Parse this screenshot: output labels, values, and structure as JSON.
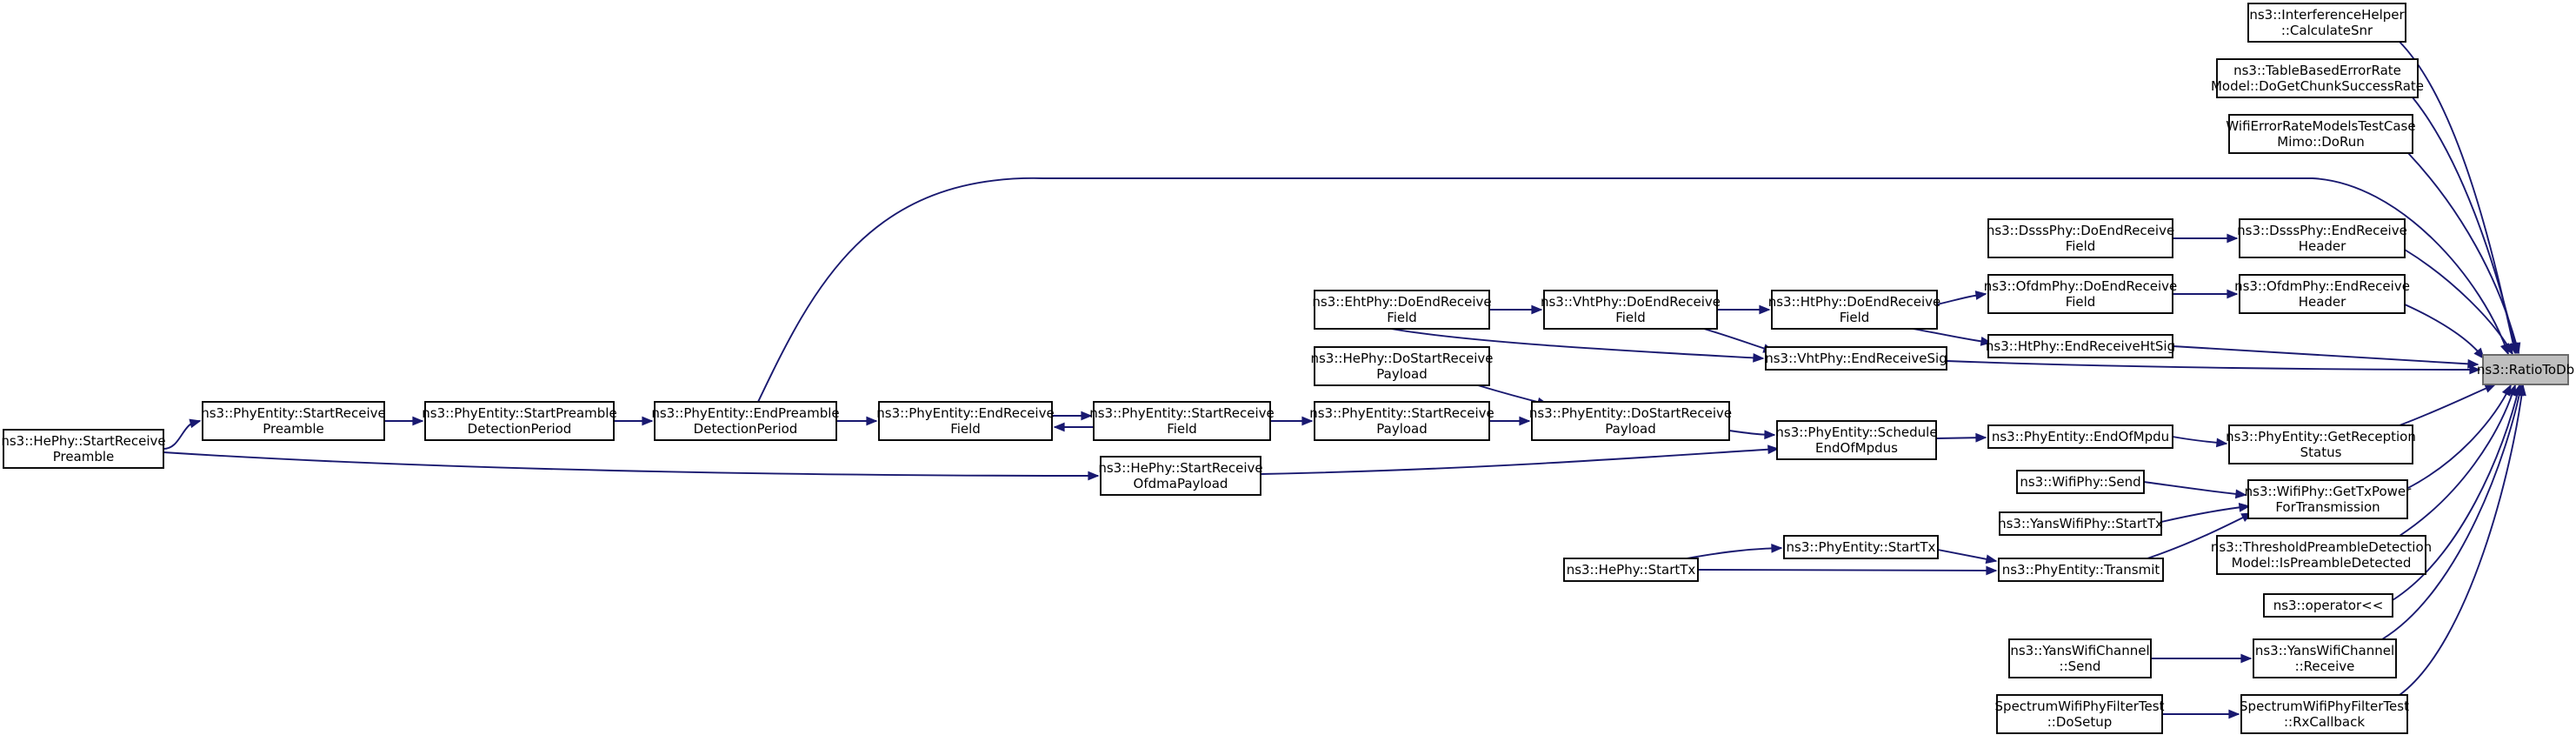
{
  "graph": {
    "type": "doxygen-caller-graph",
    "edge_color": "#191970",
    "target_fill": "#bfbfbf",
    "nodes": [
      {
        "id": "ratio",
        "lines": [
          "ns3::RatioToDb"
        ]
      },
      {
        "id": "calcSnr",
        "lines": [
          "ns3::InterferenceHelper",
          "::CalculateSnr"
        ]
      },
      {
        "id": "tableChunk",
        "lines": [
          "ns3::TableBasedErrorRate",
          "Model::DoGetChunkSuccessRate"
        ]
      },
      {
        "id": "mimoRun",
        "lines": [
          "WifiErrorRateModelsTestCase",
          "Mimo::DoRun"
        ]
      },
      {
        "id": "dsssEndHdr",
        "lines": [
          "ns3::DsssPhy::EndReceive",
          "Header"
        ]
      },
      {
        "id": "dsssDoEnd",
        "lines": [
          "ns3::DsssPhy::DoEndReceive",
          "Field"
        ]
      },
      {
        "id": "ofdmEndHdr",
        "lines": [
          "ns3::OfdmPhy::EndReceive",
          "Header"
        ]
      },
      {
        "id": "ofdmDoEnd",
        "lines": [
          "ns3::OfdmPhy::DoEndReceive",
          "Field"
        ]
      },
      {
        "id": "htDoEnd",
        "lines": [
          "ns3::HtPhy::DoEndReceive",
          "Field"
        ]
      },
      {
        "id": "htEndSig",
        "lines": [
          "ns3::HtPhy::EndReceiveHtSig"
        ]
      },
      {
        "id": "vhtDoEnd",
        "lines": [
          "ns3::VhtPhy::DoEndReceive",
          "Field"
        ]
      },
      {
        "id": "vhtEndSig",
        "lines": [
          "ns3::VhtPhy::EndReceiveSig"
        ]
      },
      {
        "id": "ehtDoEnd",
        "lines": [
          "ns3::EhtPhy::DoEndReceive",
          "Field"
        ]
      },
      {
        "id": "heDoStart",
        "lines": [
          "ns3::HePhy::DoStartReceive",
          "Payload"
        ]
      },
      {
        "id": "peDoStart",
        "lines": [
          "ns3::PhyEntity::DoStartReceive",
          "Payload"
        ]
      },
      {
        "id": "peStartPayload",
        "lines": [
          "ns3::PhyEntity::StartReceive",
          "Payload"
        ]
      },
      {
        "id": "peStartField",
        "lines": [
          "ns3::PhyEntity::StartReceive",
          "Field"
        ]
      },
      {
        "id": "peEndField",
        "lines": [
          "ns3::PhyEntity::EndReceive",
          "Field"
        ]
      },
      {
        "id": "peEndPreamble",
        "lines": [
          "ns3::PhyEntity::EndPreamble",
          "DetectionPeriod"
        ]
      },
      {
        "id": "peStartPreDet",
        "lines": [
          "ns3::PhyEntity::StartPreamble",
          "DetectionPeriod"
        ]
      },
      {
        "id": "peStartPre",
        "lines": [
          "ns3::PhyEntity::StartReceive",
          "Preamble"
        ]
      },
      {
        "id": "heStartPre",
        "lines": [
          "ns3::HePhy::StartReceive",
          "Preamble"
        ]
      },
      {
        "id": "heOfdma",
        "lines": [
          "ns3::HePhy::StartReceive",
          "OfdmaPayload"
        ]
      },
      {
        "id": "peSchedule",
        "lines": [
          "ns3::PhyEntity::Schedule",
          "EndOfMpdus"
        ]
      },
      {
        "id": "peEndMpdu",
        "lines": [
          "ns3::PhyEntity::EndOfMpdu"
        ]
      },
      {
        "id": "peGetStatus",
        "lines": [
          "ns3::PhyEntity::GetReception",
          "Status"
        ]
      },
      {
        "id": "wifiSend",
        "lines": [
          "ns3::WifiPhy::Send"
        ]
      },
      {
        "id": "getTxPower",
        "lines": [
          "ns3::WifiPhy::GetTxPower",
          "ForTransmission"
        ]
      },
      {
        "id": "yansStartTx",
        "lines": [
          "ns3::YansWifiPhy::StartTx"
        ]
      },
      {
        "id": "peTransmit",
        "lines": [
          "ns3::PhyEntity::Transmit"
        ]
      },
      {
        "id": "peStartTx",
        "lines": [
          "ns3::PhyEntity::StartTx"
        ]
      },
      {
        "id": "heStartTx",
        "lines": [
          "ns3::HePhy::StartTx"
        ]
      },
      {
        "id": "threshold",
        "lines": [
          "ns3::ThresholdPreambleDetection",
          "Model::IsPreambleDetected"
        ]
      },
      {
        "id": "operatorLs",
        "lines": [
          "ns3::operator<<"
        ]
      },
      {
        "id": "yansChRecv",
        "lines": [
          "ns3::YansWifiChannel",
          "::Receive"
        ]
      },
      {
        "id": "yansChSend",
        "lines": [
          "ns3::YansWifiChannel",
          "::Send"
        ]
      },
      {
        "id": "specRx",
        "lines": [
          "SpectrumWifiPhyFilterTest",
          "::RxCallback"
        ]
      },
      {
        "id": "specSetup",
        "lines": [
          "SpectrumWifiPhyFilterTest",
          "::DoSetup"
        ]
      }
    ],
    "edges": [
      {
        "from": "calcSnr",
        "to": "ratio"
      },
      {
        "from": "tableChunk",
        "to": "ratio"
      },
      {
        "from": "mimoRun",
        "to": "ratio"
      },
      {
        "from": "peEndPreamble",
        "to": "ratio"
      },
      {
        "from": "dsssEndHdr",
        "to": "ratio"
      },
      {
        "from": "ofdmEndHdr",
        "to": "ratio"
      },
      {
        "from": "htEndSig",
        "to": "ratio"
      },
      {
        "from": "vhtEndSig",
        "to": "ratio"
      },
      {
        "from": "peGetStatus",
        "to": "ratio"
      },
      {
        "from": "getTxPower",
        "to": "ratio"
      },
      {
        "from": "threshold",
        "to": "ratio"
      },
      {
        "from": "operatorLs",
        "to": "ratio"
      },
      {
        "from": "yansChRecv",
        "to": "ratio"
      },
      {
        "from": "specRx",
        "to": "ratio"
      },
      {
        "from": "dsssDoEnd",
        "to": "dsssEndHdr"
      },
      {
        "from": "ofdmDoEnd",
        "to": "ofdmEndHdr"
      },
      {
        "from": "htDoEnd",
        "to": "ofdmDoEnd"
      },
      {
        "from": "htDoEnd",
        "to": "htEndSig"
      },
      {
        "from": "vhtDoEnd",
        "to": "htDoEnd"
      },
      {
        "from": "vhtDoEnd",
        "to": "vhtEndSig"
      },
      {
        "from": "ehtDoEnd",
        "to": "vhtDoEnd"
      },
      {
        "from": "ehtDoEnd",
        "to": "vhtEndSig"
      },
      {
        "from": "heDoStart",
        "to": "peDoStart"
      },
      {
        "from": "peStartPayload",
        "to": "peDoStart"
      },
      {
        "from": "peDoStart",
        "to": "peSchedule"
      },
      {
        "from": "heOfdma",
        "to": "peSchedule"
      },
      {
        "from": "peSchedule",
        "to": "peEndMpdu"
      },
      {
        "from": "peEndMpdu",
        "to": "peGetStatus"
      },
      {
        "from": "peStartField",
        "to": "peStartPayload"
      },
      {
        "from": "peStartField",
        "to": "peEndField"
      },
      {
        "from": "peEndField",
        "to": "peStartField"
      },
      {
        "from": "peEndPreamble",
        "to": "peEndField"
      },
      {
        "from": "peStartPreDet",
        "to": "peEndPreamble"
      },
      {
        "from": "peStartPre",
        "to": "peStartPreDet"
      },
      {
        "from": "heStartPre",
        "to": "peStartPre"
      },
      {
        "from": "heStartPre",
        "to": "heOfdma"
      },
      {
        "from": "wifiSend",
        "to": "getTxPower"
      },
      {
        "from": "yansStartTx",
        "to": "getTxPower"
      },
      {
        "from": "peTransmit",
        "to": "getTxPower"
      },
      {
        "from": "peStartTx",
        "to": "peTransmit"
      },
      {
        "from": "heStartTx",
        "to": "peStartTx"
      },
      {
        "from": "heStartTx",
        "to": "peTransmit"
      },
      {
        "from": "yansChSend",
        "to": "yansChRecv"
      },
      {
        "from": "specSetup",
        "to": "specRx"
      }
    ]
  }
}
